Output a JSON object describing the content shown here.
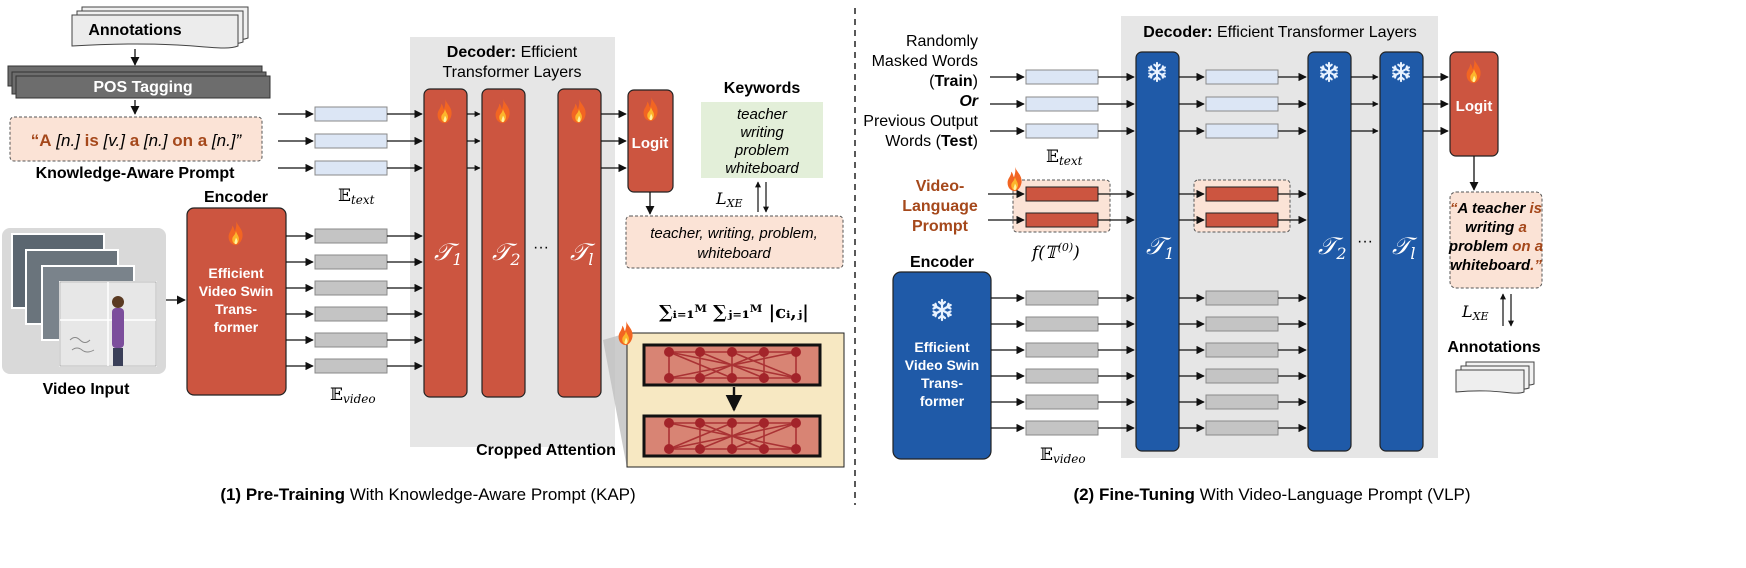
{
  "left": {
    "annotations": "Annotations",
    "pos_tagging": "POS Tagging",
    "kap_prompt": [
      "“A",
      " [n.] ",
      "is",
      " [v.] ",
      "a",
      " [n.] ",
      "on a",
      " [n.]”"
    ],
    "kap_label": "Knowledge-Aware Prompt",
    "decoder_title_bold": "Decoder:",
    "decoder_title_rest": " Efficient",
    "decoder_title_line2": "Transformer Layers",
    "encoder_label": "Encoder",
    "encoder_box": [
      "Efficient",
      "Video Swin",
      "Trans-",
      "former"
    ],
    "video_input": "Video Input",
    "e_text": "𝔼",
    "e_text_sub": "text",
    "e_video": "𝔼",
    "e_video_sub": "video",
    "layers": [
      "1",
      "2",
      "l"
    ],
    "layer_symbol": "𝒯",
    "dots": "···",
    "logit": "Logit",
    "keywords_title": "Keywords",
    "keywords": [
      "teacher",
      "writing",
      "problem",
      "whiteboard"
    ],
    "lxe": "L",
    "lxe_sub": "XE",
    "keyword_output": [
      "teacher, writing, problem,",
      "whiteboard"
    ],
    "sum_formula": "∑ᵢ₌₁ᴹ ∑ⱼ₌₁ᴹ |cᵢ,ⱼ|",
    "cropped_attention": "Cropped Attention",
    "caption_bold": "(1) Pre-Training",
    "caption_rest": " With Knowledge-Aware Prompt (KAP)"
  },
  "right": {
    "decoder_title_bold": "Decoder:",
    "decoder_title_rest": " Efficient Transformer Layers",
    "input_text": [
      "Randomly",
      "Masked Words"
    ],
    "train_open": "(",
    "train": "Train",
    "train_close": ")",
    "or": "Or",
    "input_text2": [
      "Previous Output",
      "Words ("
    ],
    "test": "Test",
    "test_close": ")",
    "e_text": "𝔼",
    "e_text_sub": "text",
    "vlp_label": [
      "Video-",
      "Language",
      "Prompt"
    ],
    "f_t0": "f(𝕋",
    "f_t0_sup": "(0)",
    "f_t0_close": ")",
    "encoder_label": "Encoder",
    "encoder_box": [
      "Efficient",
      "Video Swin",
      "Trans-",
      "former"
    ],
    "e_video": "𝔼",
    "e_video_sub": "video",
    "layers": [
      "1",
      "2",
      "l"
    ],
    "layer_symbol": "𝒯",
    "dots": "···",
    "logit": "Logit",
    "output_caption": [
      [
        "“",
        "A teacher ",
        "is"
      ],
      [
        "writing ",
        "a"
      ],
      [
        "problem ",
        "on a"
      ],
      [
        "whiteboard",
        ".”"
      ]
    ],
    "lxe": "L",
    "lxe_sub": "XE",
    "annotations": "Annotations",
    "caption_bold": "(2) Fine-Tuning",
    "caption_rest": " With Video-Language Prompt (VLP)"
  },
  "colors": {
    "red": "#cc5540",
    "blue": "#1f5aa8",
    "gray_panel": "#e6e6e6",
    "light_blue_token": "#dce6f5",
    "gray_token": "#c4c4c4",
    "prompt_bg": "#fbe3d6",
    "keywords_bg": "#e3efd9",
    "attention_bg": "#f7e8c2",
    "accent_text": "#a5481b"
  }
}
